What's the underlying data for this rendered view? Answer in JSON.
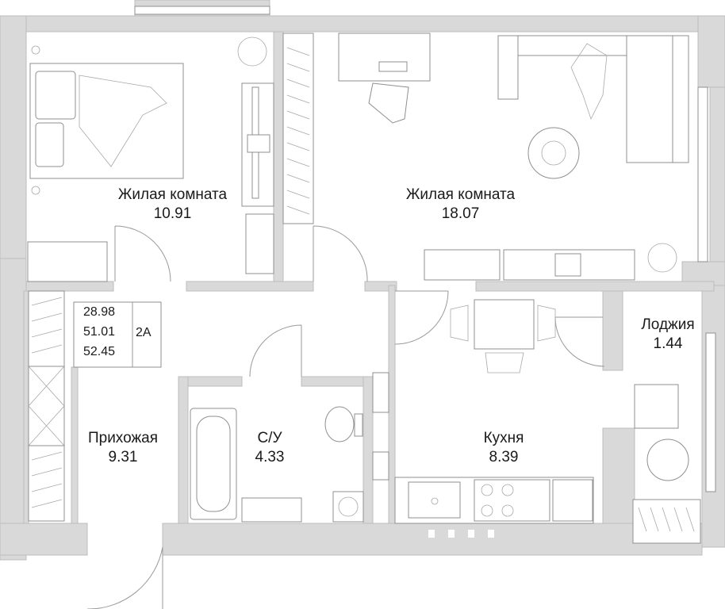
{
  "rooms": {
    "bedroom": {
      "name": "Жилая комната",
      "area": "10.91"
    },
    "living": {
      "name": "Жилая комната",
      "area": "18.07"
    },
    "hallway": {
      "name": "Прихожая",
      "area": "9.31"
    },
    "bathroom": {
      "name": "С/У",
      "area": "4.33"
    },
    "kitchen": {
      "name": "Кухня",
      "area": "8.39"
    },
    "loggia": {
      "name": "Лоджия",
      "area": "1.44"
    }
  },
  "summary": {
    "living_area": "28.98",
    "total_area": "51.01",
    "total_with_loggia": "52.45",
    "apartment_type": "2А"
  },
  "colors": {
    "wall": "#d9d9d9",
    "line": "#9a9a9a",
    "text": "#1a1a1a"
  }
}
